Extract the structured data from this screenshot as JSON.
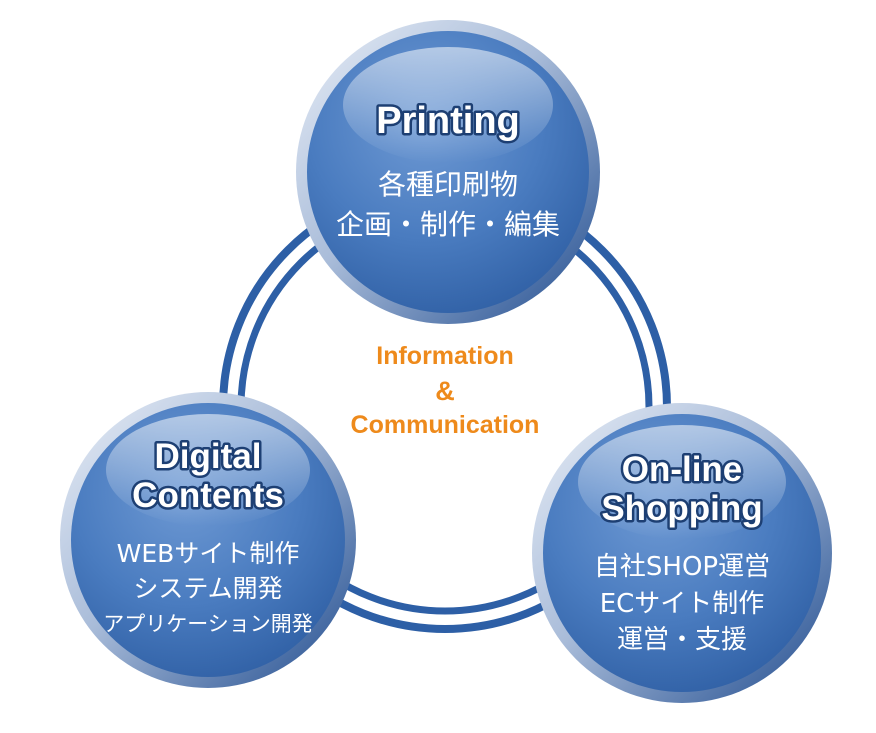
{
  "center": {
    "line1": "Information",
    "line2": "&",
    "line3": "Communication",
    "color": "#ee8a1b"
  },
  "nodes": {
    "printing": {
      "title": [
        "Printing"
      ],
      "lines": [
        "各種印刷物",
        "企画・制作・編集"
      ]
    },
    "digital": {
      "title": [
        "Digital",
        "Contents"
      ],
      "lines": [
        "WEBサイト制作",
        "システム開発",
        "アプリケーション開発"
      ]
    },
    "shopping": {
      "title": [
        "On-line",
        "Shopping"
      ],
      "lines": [
        "自社SHOP運営",
        "ECサイト制作",
        "運営・支援"
      ]
    }
  },
  "colors": {
    "circle_fill": "#4a7cc0",
    "circle_dark": "#1f4b8e",
    "ring": "#2d5fa6",
    "title_outline": "#1d3f73"
  }
}
